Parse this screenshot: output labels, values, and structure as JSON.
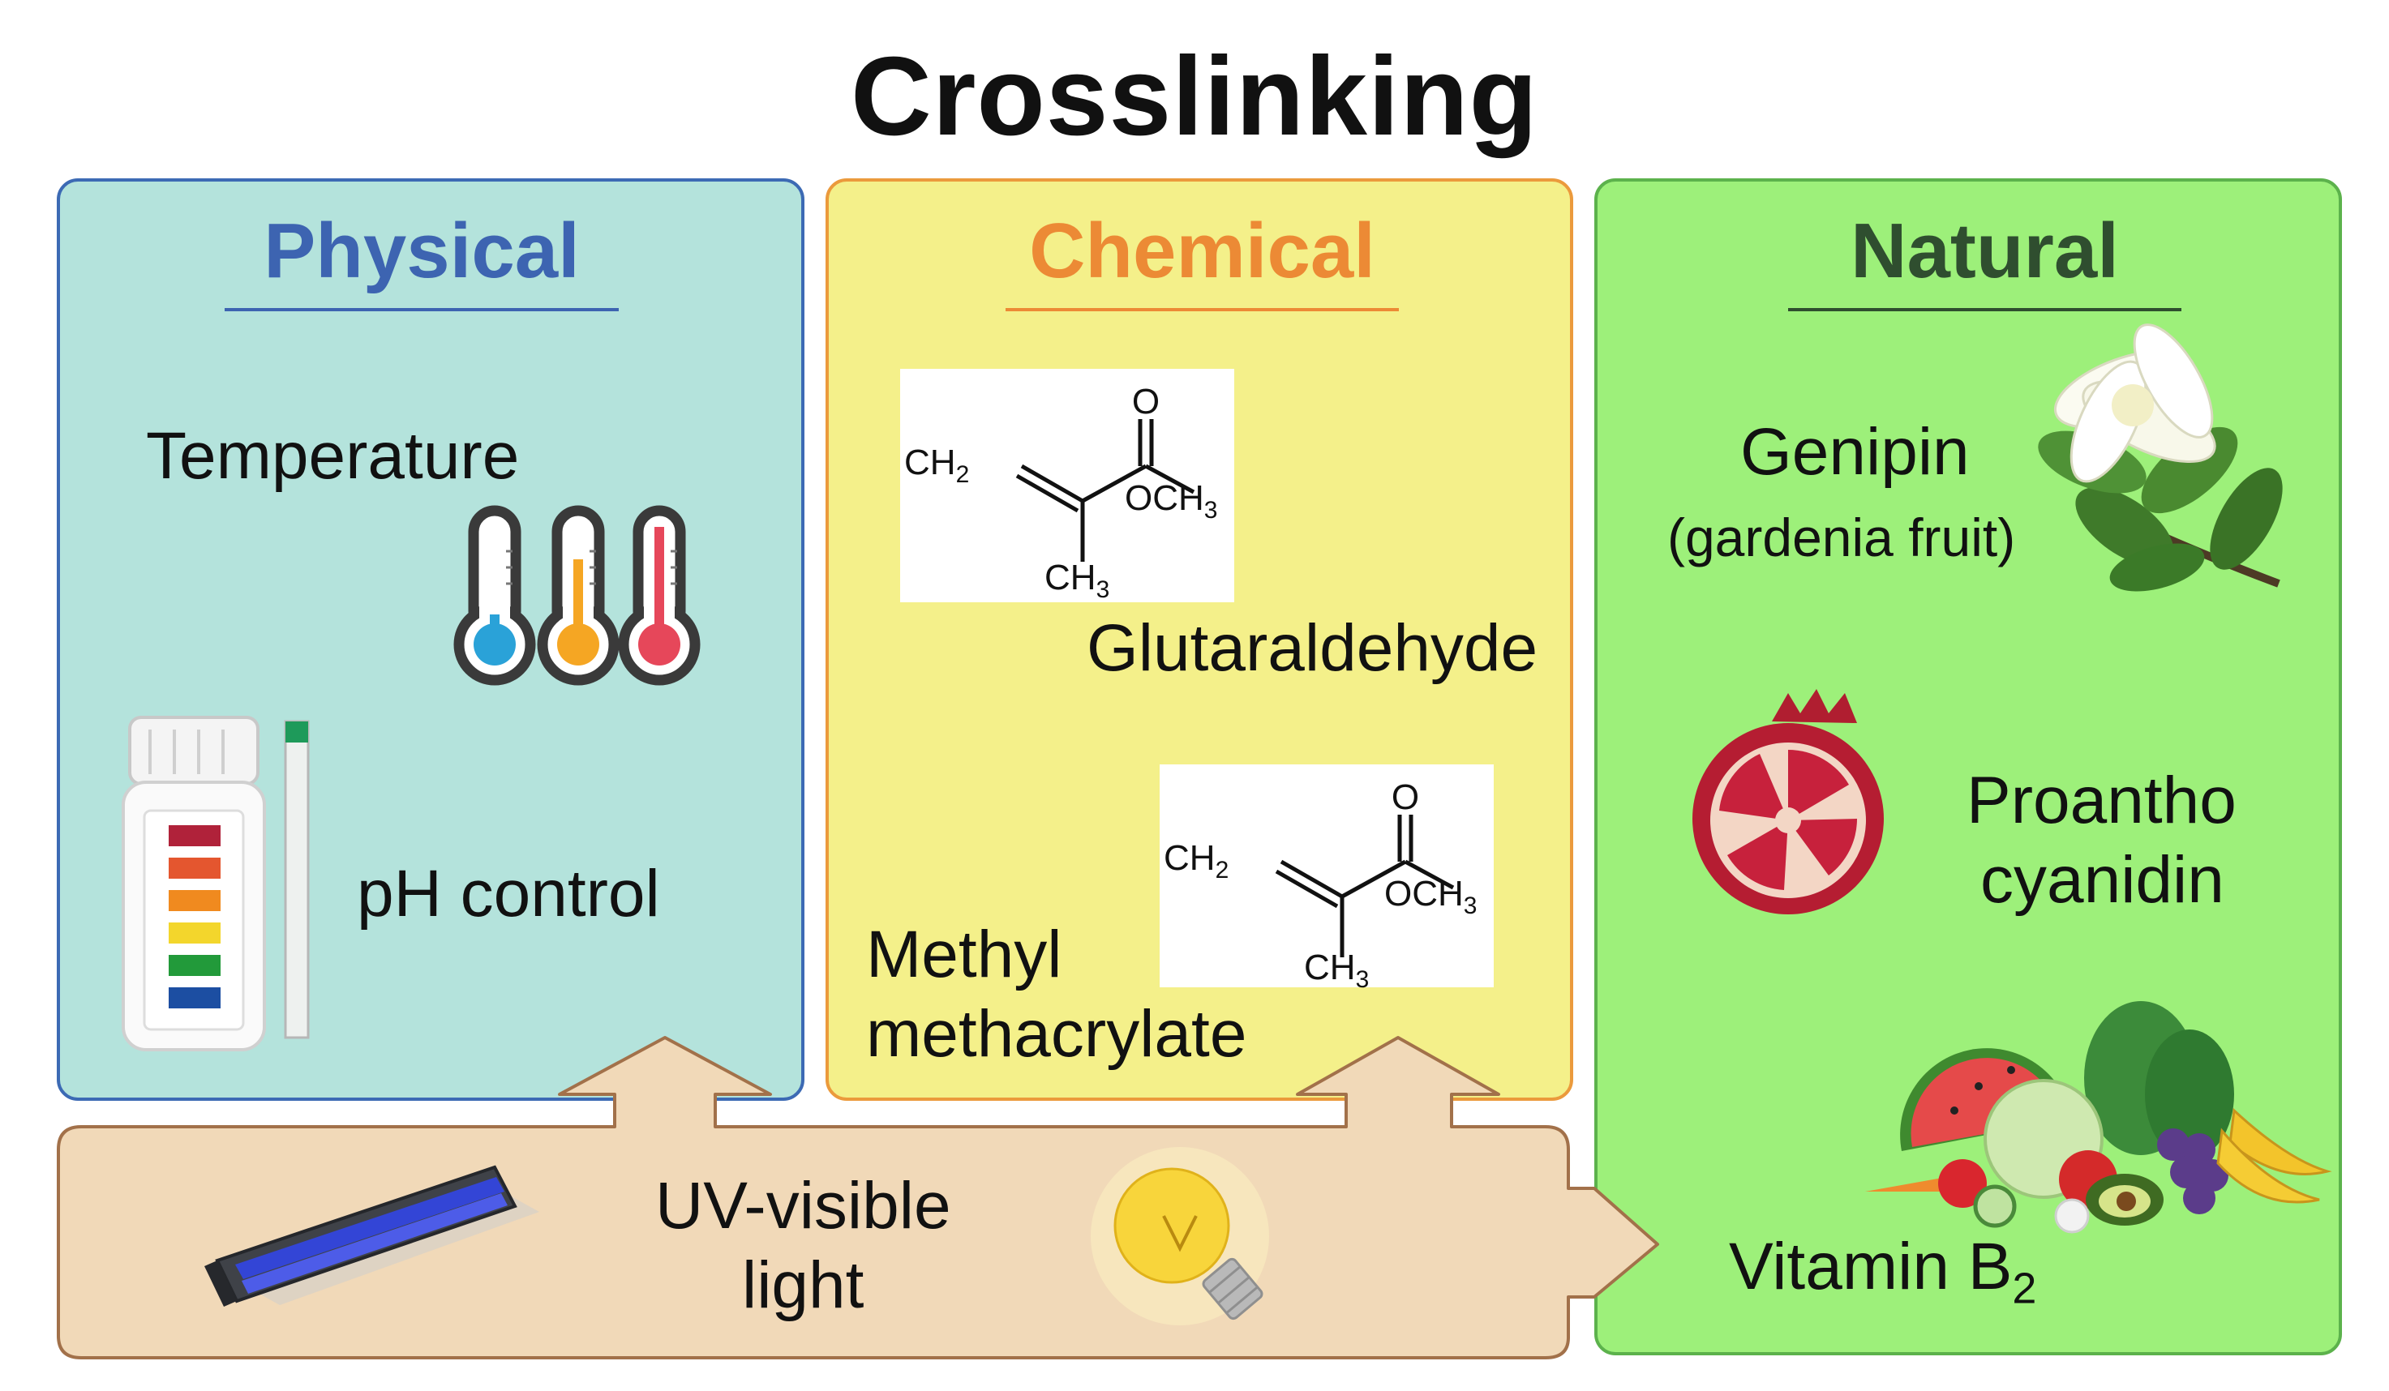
{
  "title": "Crosslinking",
  "colors": {
    "physical_fill": "#b4e3dc",
    "physical_border": "#3c6ab4",
    "physical_heading": "#3d64b1",
    "chemical_fill": "#f4f08a",
    "chemical_border": "#eb9a3c",
    "chemical_heading": "#ec8a35",
    "natural_fill": "#9df07a",
    "natural_border": "#5cb24c",
    "natural_heading": "#2f4e2f",
    "light_fill": "#f1d9b8",
    "light_border": "#a2714a"
  },
  "physical": {
    "heading": "Physical",
    "temperature": "Temperature",
    "ph": "pH control",
    "icons": [
      "thermometer-cold-icon",
      "thermometer-warm-icon",
      "thermometer-hot-icon",
      "ph-strip-bottle-icon",
      "ph-test-strip-icon"
    ]
  },
  "chemical": {
    "heading": "Chemical",
    "glutaraldehyde": "Glutaraldehyde",
    "methyl": "Methyl",
    "methacrylate": "methacrylate",
    "structure": {
      "o": "O",
      "ch2": "CH",
      "ch2_sub": "2",
      "och3": "OCH",
      "och3_sub": "3",
      "ch3": "CH",
      "ch3_sub": "3"
    }
  },
  "natural": {
    "heading": "Natural",
    "genipin": "Genipin",
    "genipin_source": "(gardenia fruit)",
    "proantho1": "Proantho",
    "proantho2": "cyanidin",
    "vitamin": "Vitamin B",
    "vitamin_sub": "2",
    "icons": [
      "gardenia-flower-icon",
      "pomegranate-icon",
      "fruits-vegetables-icon"
    ]
  },
  "light": {
    "line1": "UV-visible",
    "line2": "light",
    "icons": [
      "uv-lamp-icon",
      "light-bulb-icon"
    ]
  }
}
